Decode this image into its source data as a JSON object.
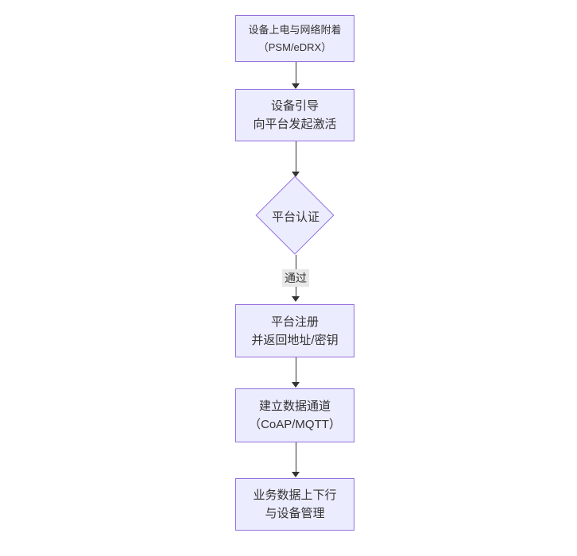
{
  "diagram": {
    "type": "flowchart",
    "direction": "top-down",
    "nodes": [
      {
        "id": "power-attach",
        "shape": "rect",
        "lines": [
          "设备上电与网络附着",
          "（PSM/eDRX）"
        ]
      },
      {
        "id": "bootstrap",
        "shape": "rect",
        "lines": [
          "设备引导",
          "向平台发起激活"
        ]
      },
      {
        "id": "platform-auth",
        "shape": "diamond",
        "lines": [
          "平台认证"
        ]
      },
      {
        "id": "register",
        "shape": "rect",
        "lines": [
          "平台注册",
          "并返回地址/密钥"
        ]
      },
      {
        "id": "data-channel",
        "shape": "rect",
        "lines": [
          "建立数据通道",
          "（CoAP/MQTT）"
        ]
      },
      {
        "id": "business",
        "shape": "rect",
        "lines": [
          "业务数据上下行",
          "与设备管理"
        ]
      }
    ],
    "edges": [
      {
        "from": "power-attach",
        "to": "bootstrap",
        "label": ""
      },
      {
        "from": "bootstrap",
        "to": "platform-auth",
        "label": ""
      },
      {
        "from": "platform-auth",
        "to": "register",
        "label": "通过"
      },
      {
        "from": "register",
        "to": "data-channel",
        "label": ""
      },
      {
        "from": "data-channel",
        "to": "business",
        "label": ""
      }
    ],
    "edge_label": "通过",
    "colors": {
      "node_fill": "#ECECFF",
      "node_border": "#9370DB",
      "text": "#333333",
      "arrow": "#333333",
      "edge_label_bg": "#e8e8e8",
      "background": "#ffffff"
    }
  }
}
